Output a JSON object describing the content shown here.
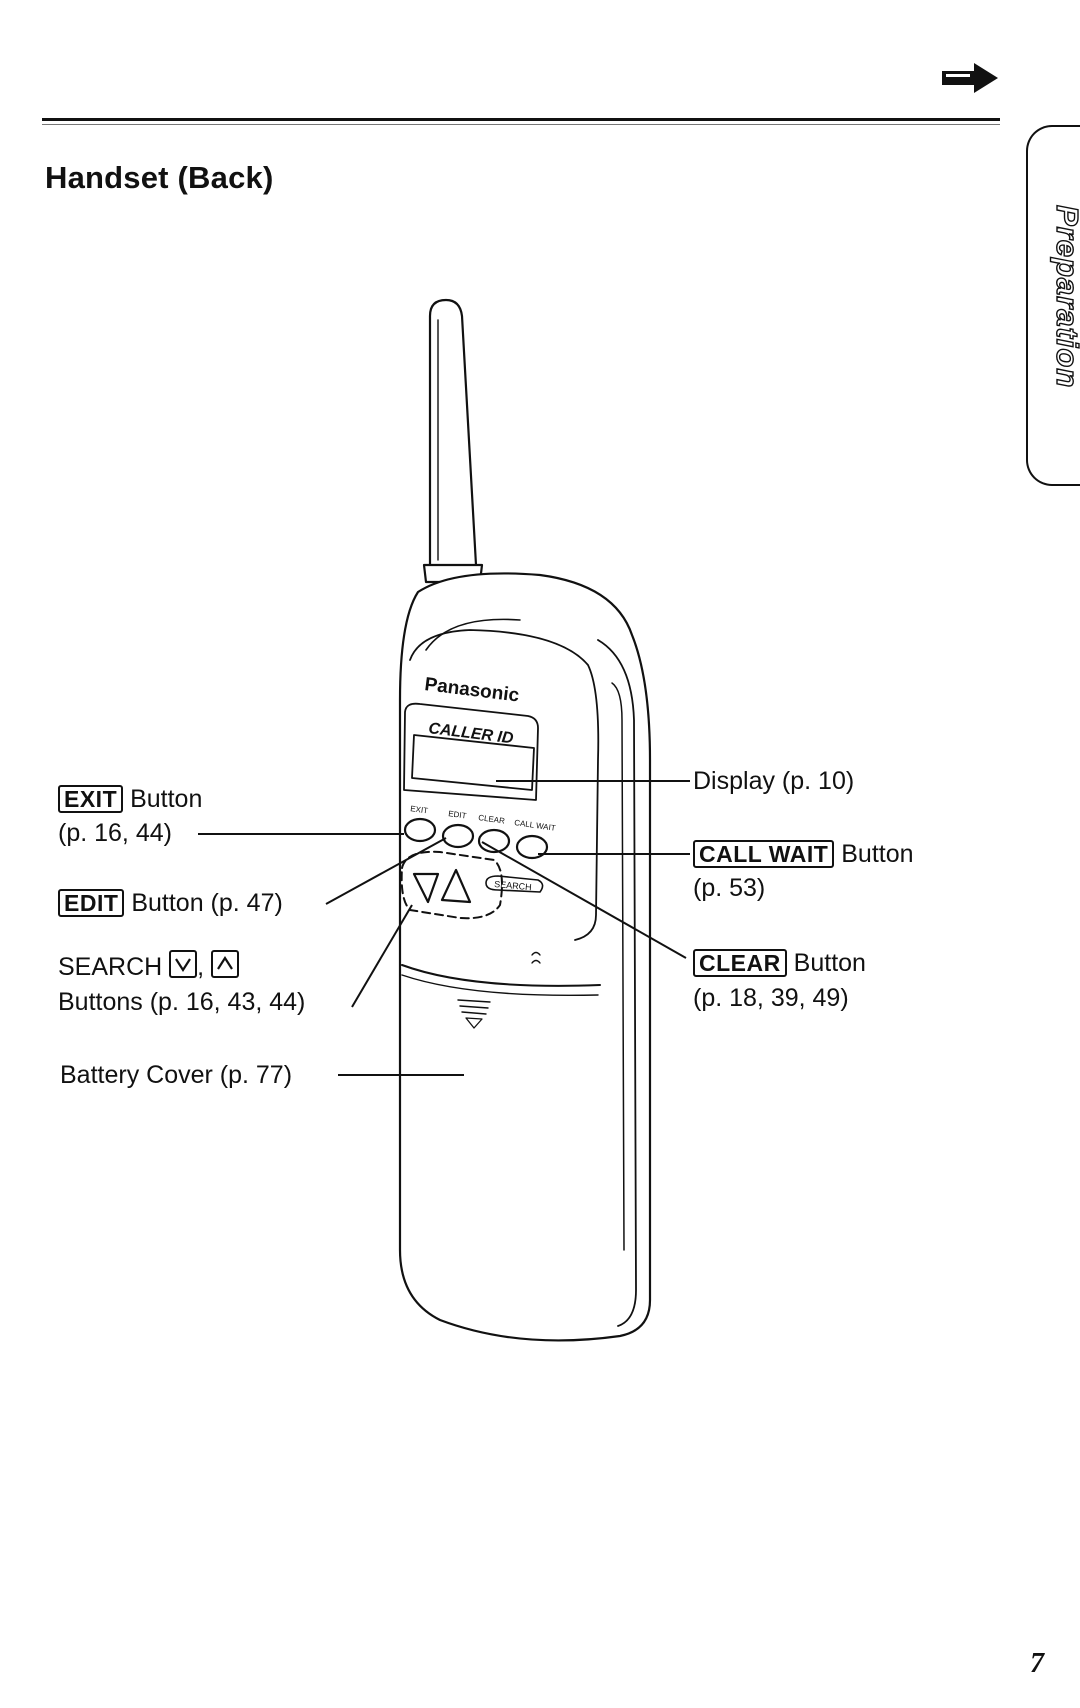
{
  "page": {
    "section_title": "Handset (Back)",
    "side_tab": "Preparation",
    "page_number": "7"
  },
  "labels": {
    "exit": {
      "key": "EXIT",
      "text": " Button",
      "pages": "(p. 16, 44)"
    },
    "edit": {
      "key": "EDIT",
      "text": " Button (p. 47)"
    },
    "search": {
      "prefix": "SEARCH ",
      "sep": ",",
      "pages": "Buttons (p. 16, 43, 44)"
    },
    "battery": {
      "text": "Battery Cover (p. 77)"
    },
    "display": {
      "text": "Display (p. 10)"
    },
    "call_wait": {
      "key": "CALL WAIT",
      "text": " Button",
      "pages": "(p. 53)"
    },
    "clear": {
      "key": "CLEAR",
      "text": " Button",
      "pages": "(p. 18, 39, 49)"
    }
  },
  "handset": {
    "brand": "Panasonic",
    "display_label": "CALLER ID",
    "buttons": [
      "EXIT",
      "EDIT",
      "CLEAR",
      "CALL WAIT"
    ],
    "search_label": "SEARCH"
  },
  "icons": [
    "next-page-arrow-icon",
    "search-down-icon",
    "search-up-icon"
  ]
}
